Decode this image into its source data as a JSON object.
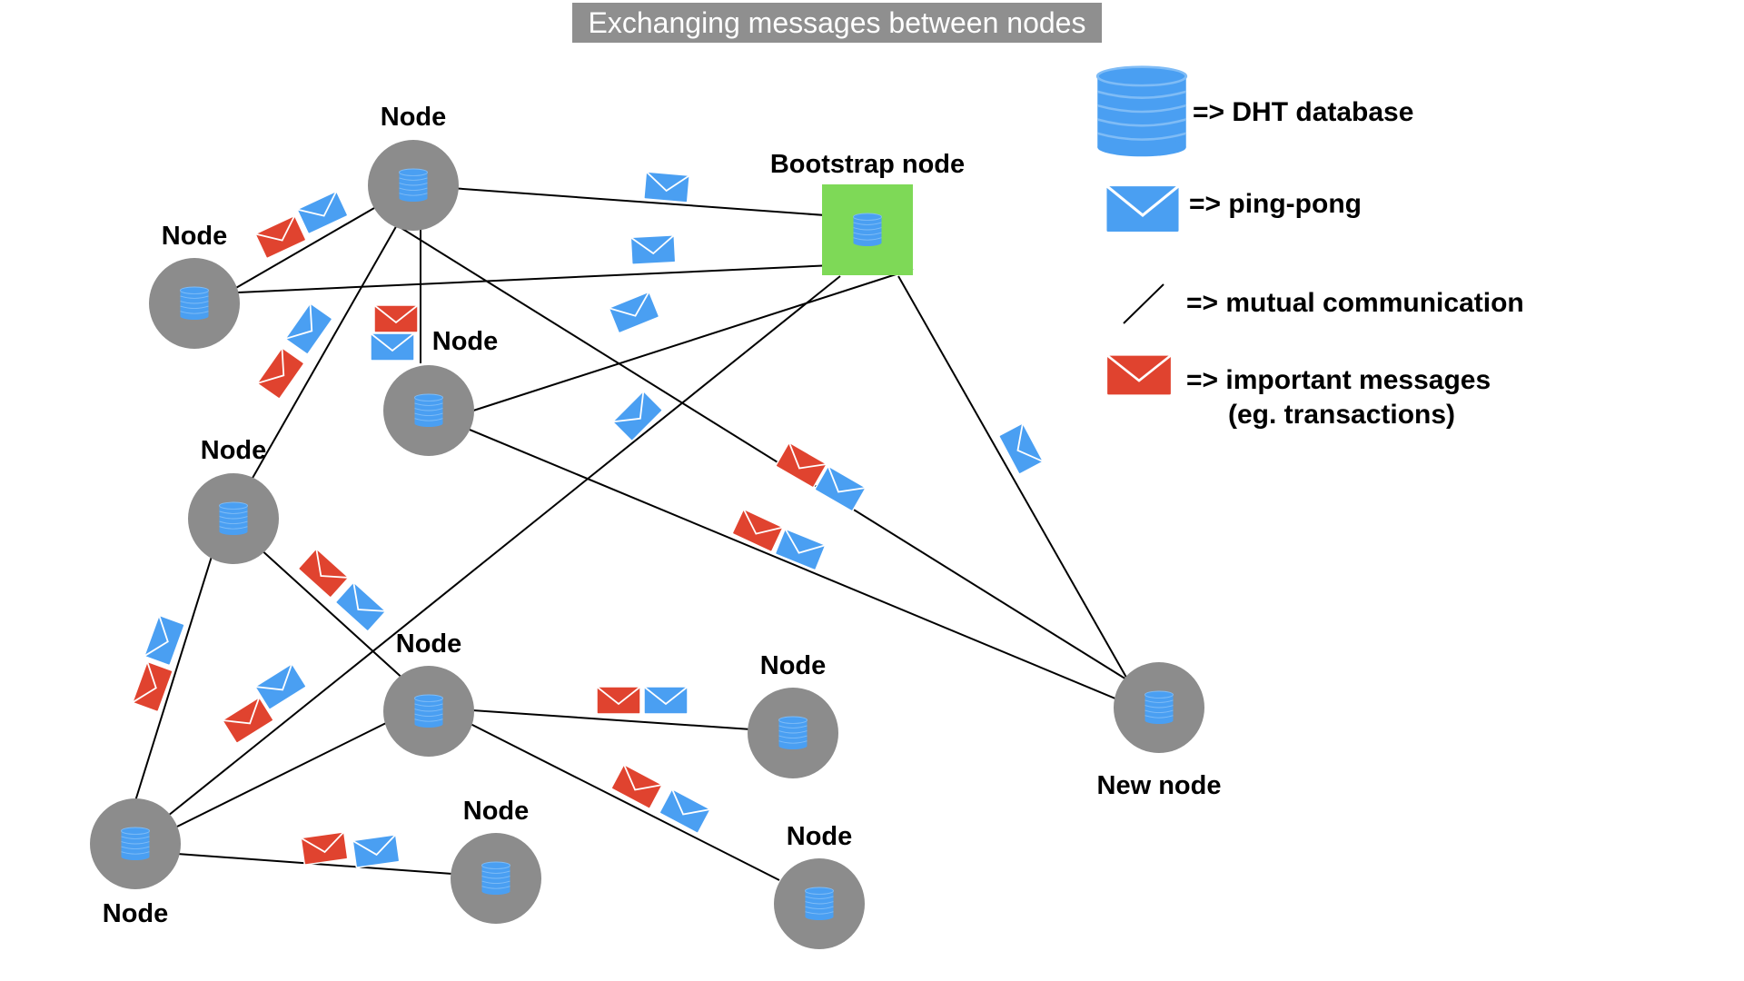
{
  "title": "Exchanging messages between nodes",
  "nodes": [
    {
      "id": "n1",
      "label": "Node"
    },
    {
      "id": "n2",
      "label": "Node"
    },
    {
      "id": "n3",
      "label": "Node"
    },
    {
      "id": "n4",
      "label": "Node"
    },
    {
      "id": "n5",
      "label": "Node"
    },
    {
      "id": "n6",
      "label": "Node"
    },
    {
      "id": "n7",
      "label": "Node"
    },
    {
      "id": "n8",
      "label": "Node"
    },
    {
      "id": "n9",
      "label": "Node"
    },
    {
      "id": "bootstrap",
      "label": "Bootstrap node"
    },
    {
      "id": "new",
      "label": "New node"
    }
  ],
  "legend": {
    "database": "=> DHT database",
    "ping_pong": "=> ping-pong",
    "mutual": "=> mutual communication",
    "important_line1": "=> important messages",
    "important_line2": "(eg. transactions)"
  },
  "colors": {
    "node_ring": "#8c8c8c",
    "database": "#4a9ff2",
    "bootstrap_bg": "#7ed957",
    "ping_pong_envelope": "#4a9ff2",
    "important_envelope": "#e0432f",
    "title_bg": "#8f8f8f"
  }
}
